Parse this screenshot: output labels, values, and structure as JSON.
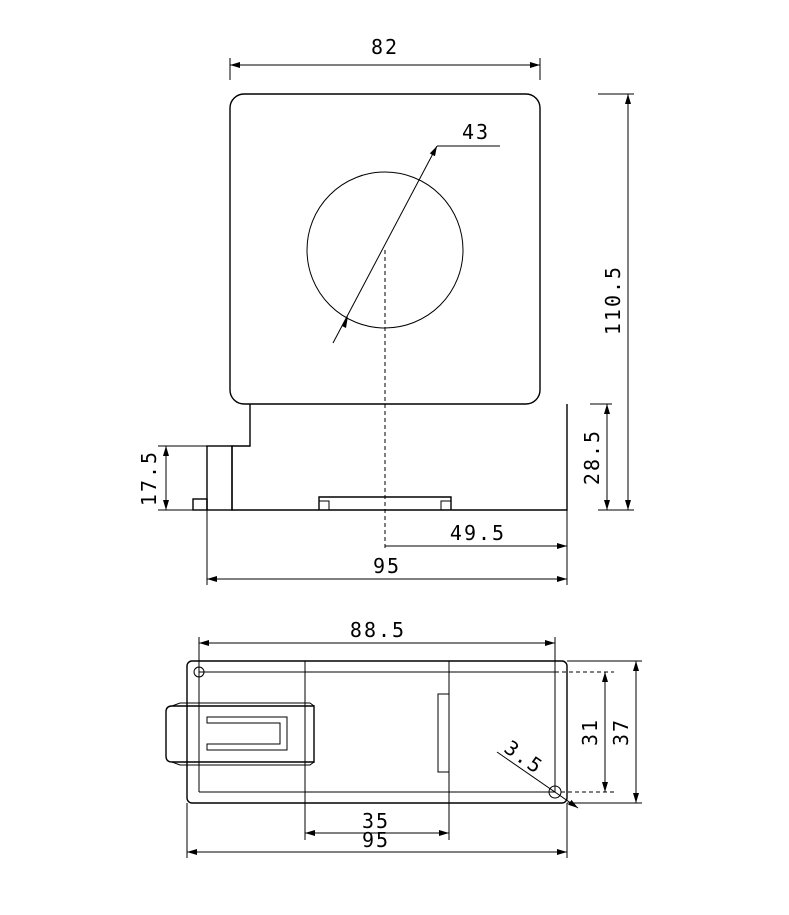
{
  "dimensions": {
    "core_width": "82",
    "hole_diameter": "43",
    "total_height": "110.5",
    "base_height": "28.5",
    "clip_height": "17.5",
    "center_offset": "49.5",
    "total_width_front": "95",
    "hole_spacing": "88.5",
    "mount_hole": "3.5",
    "hole_row_spacing": "31",
    "depth": "37",
    "middle_section": "35",
    "total_width_bottom": "95"
  }
}
